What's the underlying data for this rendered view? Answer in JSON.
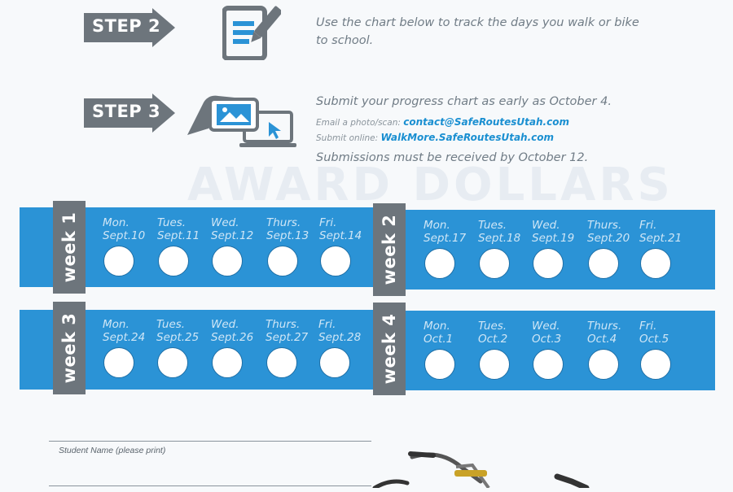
{
  "steps": [
    {
      "label": "STEP 2",
      "icon": "document-pencil-icon",
      "text1": "Use the chart below to track the days you walk or bike",
      "text2": "to school."
    },
    {
      "label": "STEP 3",
      "icon": "tablet-laptop-icon",
      "text1": "Submit your progress chart as early as October 4.",
      "email_prefix": "Email a photo/scan:",
      "email": "contact@SafeRoutesUtah.com",
      "online_prefix": "Submit online:",
      "online": "WalkMore.SafeRoutesUtah.com",
      "deadline": "Submissions must be received by October 12."
    }
  ],
  "weeks": [
    {
      "label": "week 1",
      "days": [
        {
          "day": "Mon.",
          "date": "Sept.10"
        },
        {
          "day": "Tues.",
          "date": "Sept.11"
        },
        {
          "day": "Wed.",
          "date": "Sept.12"
        },
        {
          "day": "Thurs.",
          "date": "Sept.13"
        },
        {
          "day": "Fri.",
          "date": "Sept.14"
        }
      ]
    },
    {
      "label": "week 2",
      "days": [
        {
          "day": "Mon.",
          "date": "Sept.17"
        },
        {
          "day": "Tues.",
          "date": "Sept.18"
        },
        {
          "day": "Wed.",
          "date": "Sept.19"
        },
        {
          "day": "Thurs.",
          "date": "Sept.20"
        },
        {
          "day": "Fri.",
          "date": "Sept.21"
        }
      ]
    },
    {
      "label": "week 3",
      "days": [
        {
          "day": "Mon.",
          "date": "Sept.24"
        },
        {
          "day": "Tues.",
          "date": "Sept.25"
        },
        {
          "day": "Wed.",
          "date": "Sept.26"
        },
        {
          "day": "Thurs.",
          "date": "Sept.27"
        },
        {
          "day": "Fri.",
          "date": "Sept.28"
        }
      ]
    },
    {
      "label": "week 4",
      "days": [
        {
          "day": "Mon.",
          "date": "Oct.1"
        },
        {
          "day": "Tues.",
          "date": "Oct.2"
        },
        {
          "day": "Wed.",
          "date": "Oct.3"
        },
        {
          "day": "Thurs.",
          "date": "Oct.4"
        },
        {
          "day": "Fri.",
          "date": "Oct.5"
        }
      ]
    }
  ],
  "form": {
    "student_name_label": "Student Name (please print)"
  },
  "colors": {
    "band": "#2b93d6",
    "tag": "#6d757c",
    "step_arrow": "#6d757c",
    "link": "#1a8fd1"
  }
}
